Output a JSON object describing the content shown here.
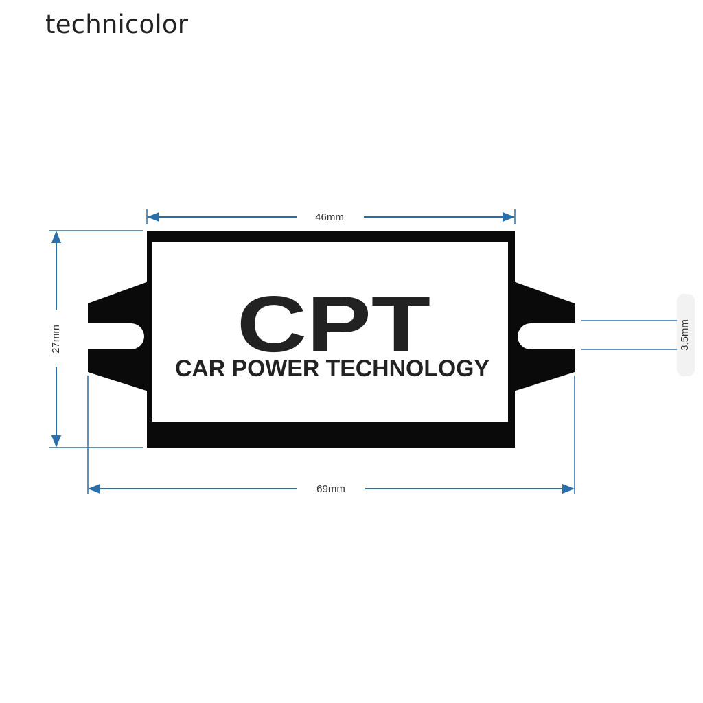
{
  "brand": {
    "name": "technicolor"
  },
  "product": {
    "logo": "CPT",
    "subtitle": "CAR POWER TECHNOLOGY"
  },
  "dimensions": {
    "width_body": "46mm",
    "width_total": "69mm",
    "height": "27mm",
    "hole": "3.5mm"
  },
  "colors": {
    "dimension_line": "#2a6fa8",
    "device_body": "#0a0a0a",
    "label": "#ffffff"
  }
}
